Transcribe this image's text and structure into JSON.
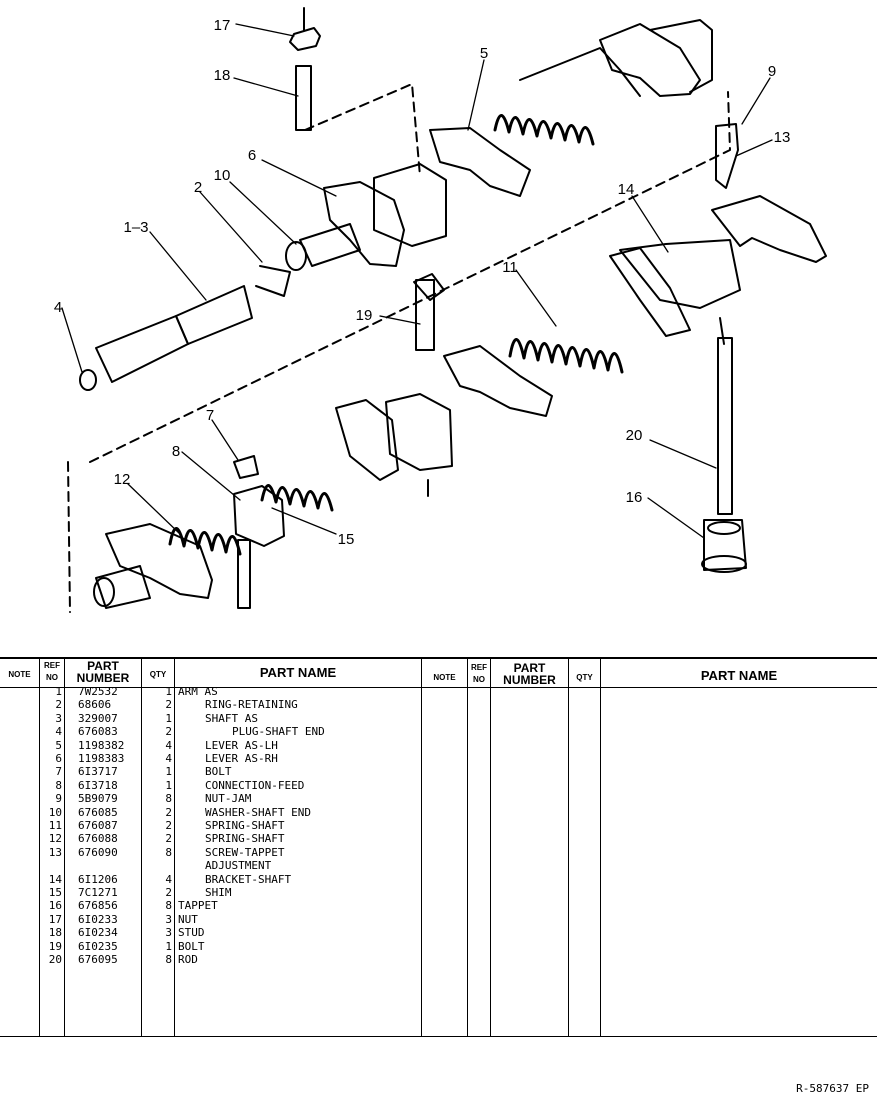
{
  "callouts": [
    "17",
    "18",
    "5",
    "9",
    "13",
    "6",
    "10",
    "2",
    "1–3",
    "14",
    "11",
    "4",
    "19",
    "7",
    "20",
    "8",
    "12",
    "15",
    "16"
  ],
  "table": {
    "headers": {
      "note": "NOTE",
      "ref_no": "REF NO",
      "part_number": "PART NUMBER",
      "qty": "QTY",
      "part_name": "PART NAME"
    },
    "rows": [
      {
        "ref": "1",
        "part_number": "7W2532",
        "qty": "1",
        "part_name": "ARM AS",
        "indent": 0
      },
      {
        "ref": "2",
        "part_number": "68606",
        "qty": "2",
        "part_name": "RING-RETAINING",
        "indent": 1
      },
      {
        "ref": "3",
        "part_number": "329007",
        "qty": "1",
        "part_name": "SHAFT AS",
        "indent": 1
      },
      {
        "ref": "4",
        "part_number": "676083",
        "qty": "2",
        "part_name": "PLUG-SHAFT END",
        "indent": 2
      },
      {
        "ref": "5",
        "part_number": "1198382",
        "qty": "4",
        "part_name": "LEVER AS-LH",
        "indent": 1
      },
      {
        "ref": "6",
        "part_number": "1198383",
        "qty": "4",
        "part_name": "LEVER AS-RH",
        "indent": 1
      },
      {
        "ref": "7",
        "part_number": "6I3717",
        "qty": "1",
        "part_name": "BOLT",
        "indent": 1
      },
      {
        "ref": "8",
        "part_number": "6I3718",
        "qty": "1",
        "part_name": "CONNECTION-FEED",
        "indent": 1
      },
      {
        "ref": "9",
        "part_number": "5B9079",
        "qty": "8",
        "part_name": "NUT-JAM",
        "indent": 1
      },
      {
        "ref": "10",
        "part_number": "676085",
        "qty": "2",
        "part_name": "WASHER-SHAFT END",
        "indent": 1
      },
      {
        "ref": "11",
        "part_number": "676087",
        "qty": "2",
        "part_name": "SPRING-SHAFT",
        "indent": 1
      },
      {
        "ref": "12",
        "part_number": "676088",
        "qty": "2",
        "part_name": "SPRING-SHAFT",
        "indent": 1
      },
      {
        "ref": "13",
        "part_number": "676090",
        "qty": "8",
        "part_name": "SCREW-TAPPET",
        "indent": 1
      },
      {
        "ref": "",
        "part_number": "",
        "qty": "",
        "part_name": "ADJUSTMENT",
        "indent": 1
      },
      {
        "ref": "14",
        "part_number": "6I1206",
        "qty": "4",
        "part_name": "BRACKET-SHAFT",
        "indent": 1
      },
      {
        "ref": "15",
        "part_number": "7C1271",
        "qty": "2",
        "part_name": "SHIM",
        "indent": 1
      },
      {
        "ref": "16",
        "part_number": "676856",
        "qty": "8",
        "part_name": "TAPPET",
        "indent": 0
      },
      {
        "ref": "17",
        "part_number": "6I0233",
        "qty": "3",
        "part_name": "NUT",
        "indent": 0
      },
      {
        "ref": "18",
        "part_number": "6I0234",
        "qty": "3",
        "part_name": "STUD",
        "indent": 0
      },
      {
        "ref": "19",
        "part_number": "6I0235",
        "qty": "1",
        "part_name": "BOLT",
        "indent": 0
      },
      {
        "ref": "20",
        "part_number": "676095",
        "qty": "8",
        "part_name": "ROD",
        "indent": 0
      }
    ]
  },
  "footer": {
    "drawing_code": "R-587637 EP"
  }
}
